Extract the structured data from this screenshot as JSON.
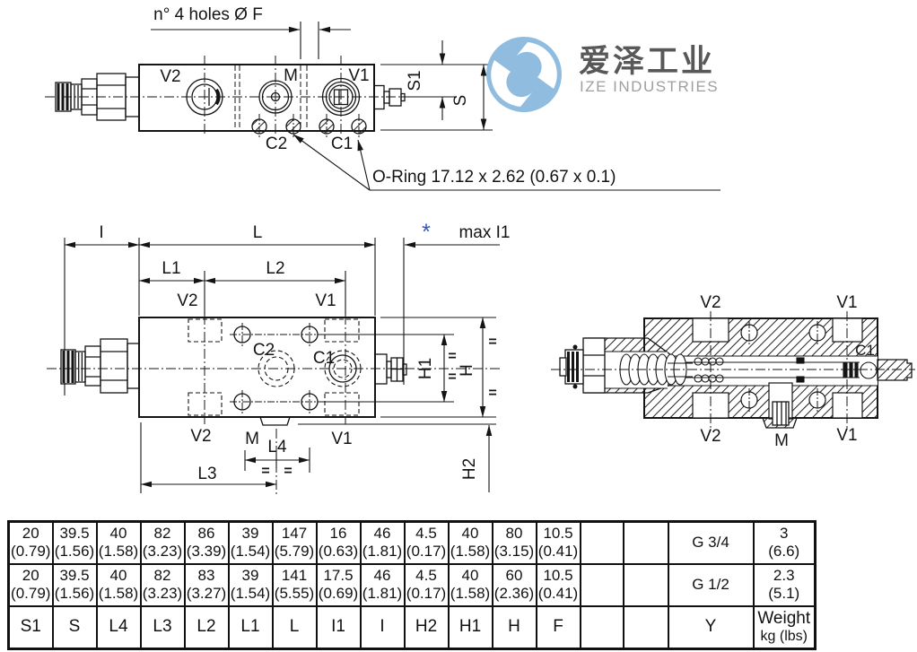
{
  "logo": {
    "cn": "爱泽工业",
    "en": "IZE INDUSTRIES"
  },
  "colors": {
    "logo_circle": "#8fbcdf",
    "logo_text": "#585858",
    "logo_sub": "#9aa0a3",
    "star": "#2f55c8",
    "ink": "#141414"
  },
  "labels": {
    "holes": "n° 4 holes Ø F",
    "oring": "O-Ring 17.12 x 2.62 (0.67 x 0.1)",
    "v1": "V1",
    "v2": "V2",
    "m": "M",
    "c1": "C1",
    "c2": "C2",
    "s": "S",
    "s1": "S1",
    "i": "I",
    "l": "L",
    "l1": "L1",
    "l2": "L2",
    "l3": "L3",
    "l4": "L4",
    "h": "H",
    "h1": "H1",
    "h2": "H2",
    "max_i1": "max I1",
    "star": "*",
    "eq": "="
  },
  "table": {
    "headers": [
      [
        "S1",
        ""
      ],
      [
        "S",
        ""
      ],
      [
        "L4",
        ""
      ],
      [
        "L3",
        ""
      ],
      [
        "L2",
        ""
      ],
      [
        "L1",
        ""
      ],
      [
        "L",
        ""
      ],
      [
        "I1",
        ""
      ],
      [
        "I",
        ""
      ],
      [
        "H2",
        ""
      ],
      [
        "H1",
        ""
      ],
      [
        "H",
        ""
      ],
      [
        "F",
        ""
      ],
      [
        "",
        ""
      ],
      [
        "",
        ""
      ],
      [
        "Y",
        ""
      ],
      [
        "Weight",
        "kg (lbs)"
      ]
    ],
    "rows": [
      [
        [
          "20",
          "(0.79)"
        ],
        [
          "39.5",
          "(1.56)"
        ],
        [
          "40",
          "(1.58)"
        ],
        [
          "82",
          "(3.23)"
        ],
        [
          "86",
          "(3.39)"
        ],
        [
          "39",
          "(1.54)"
        ],
        [
          "147",
          "(5.79)"
        ],
        [
          "16",
          "(0.63)"
        ],
        [
          "46",
          "(1.81)"
        ],
        [
          "4.5",
          "(0.17)"
        ],
        [
          "40",
          "(1.58)"
        ],
        [
          "80",
          "(3.15)"
        ],
        [
          "10.5",
          "(0.41)"
        ],
        [
          "",
          ""
        ],
        [
          "",
          ""
        ],
        [
          "G 3/4",
          ""
        ],
        [
          "3",
          "(6.6)"
        ]
      ],
      [
        [
          "20",
          "(0.79)"
        ],
        [
          "39.5",
          "(1.56)"
        ],
        [
          "40",
          "(1.58)"
        ],
        [
          "82",
          "(3.23)"
        ],
        [
          "83",
          "(3.27)"
        ],
        [
          "39",
          "(1.54)"
        ],
        [
          "141",
          "(5.55)"
        ],
        [
          "17.5",
          "(0.69)"
        ],
        [
          "46",
          "(1.81)"
        ],
        [
          "4.5",
          "(0.17)"
        ],
        [
          "40",
          "(1.58)"
        ],
        [
          "60",
          "(2.36)"
        ],
        [
          "10.5",
          "(0.41)"
        ],
        [
          "",
          ""
        ],
        [
          "",
          ""
        ],
        [
          "G 1/2",
          ""
        ],
        [
          "2.3",
          "(5.1)"
        ]
      ]
    ]
  }
}
